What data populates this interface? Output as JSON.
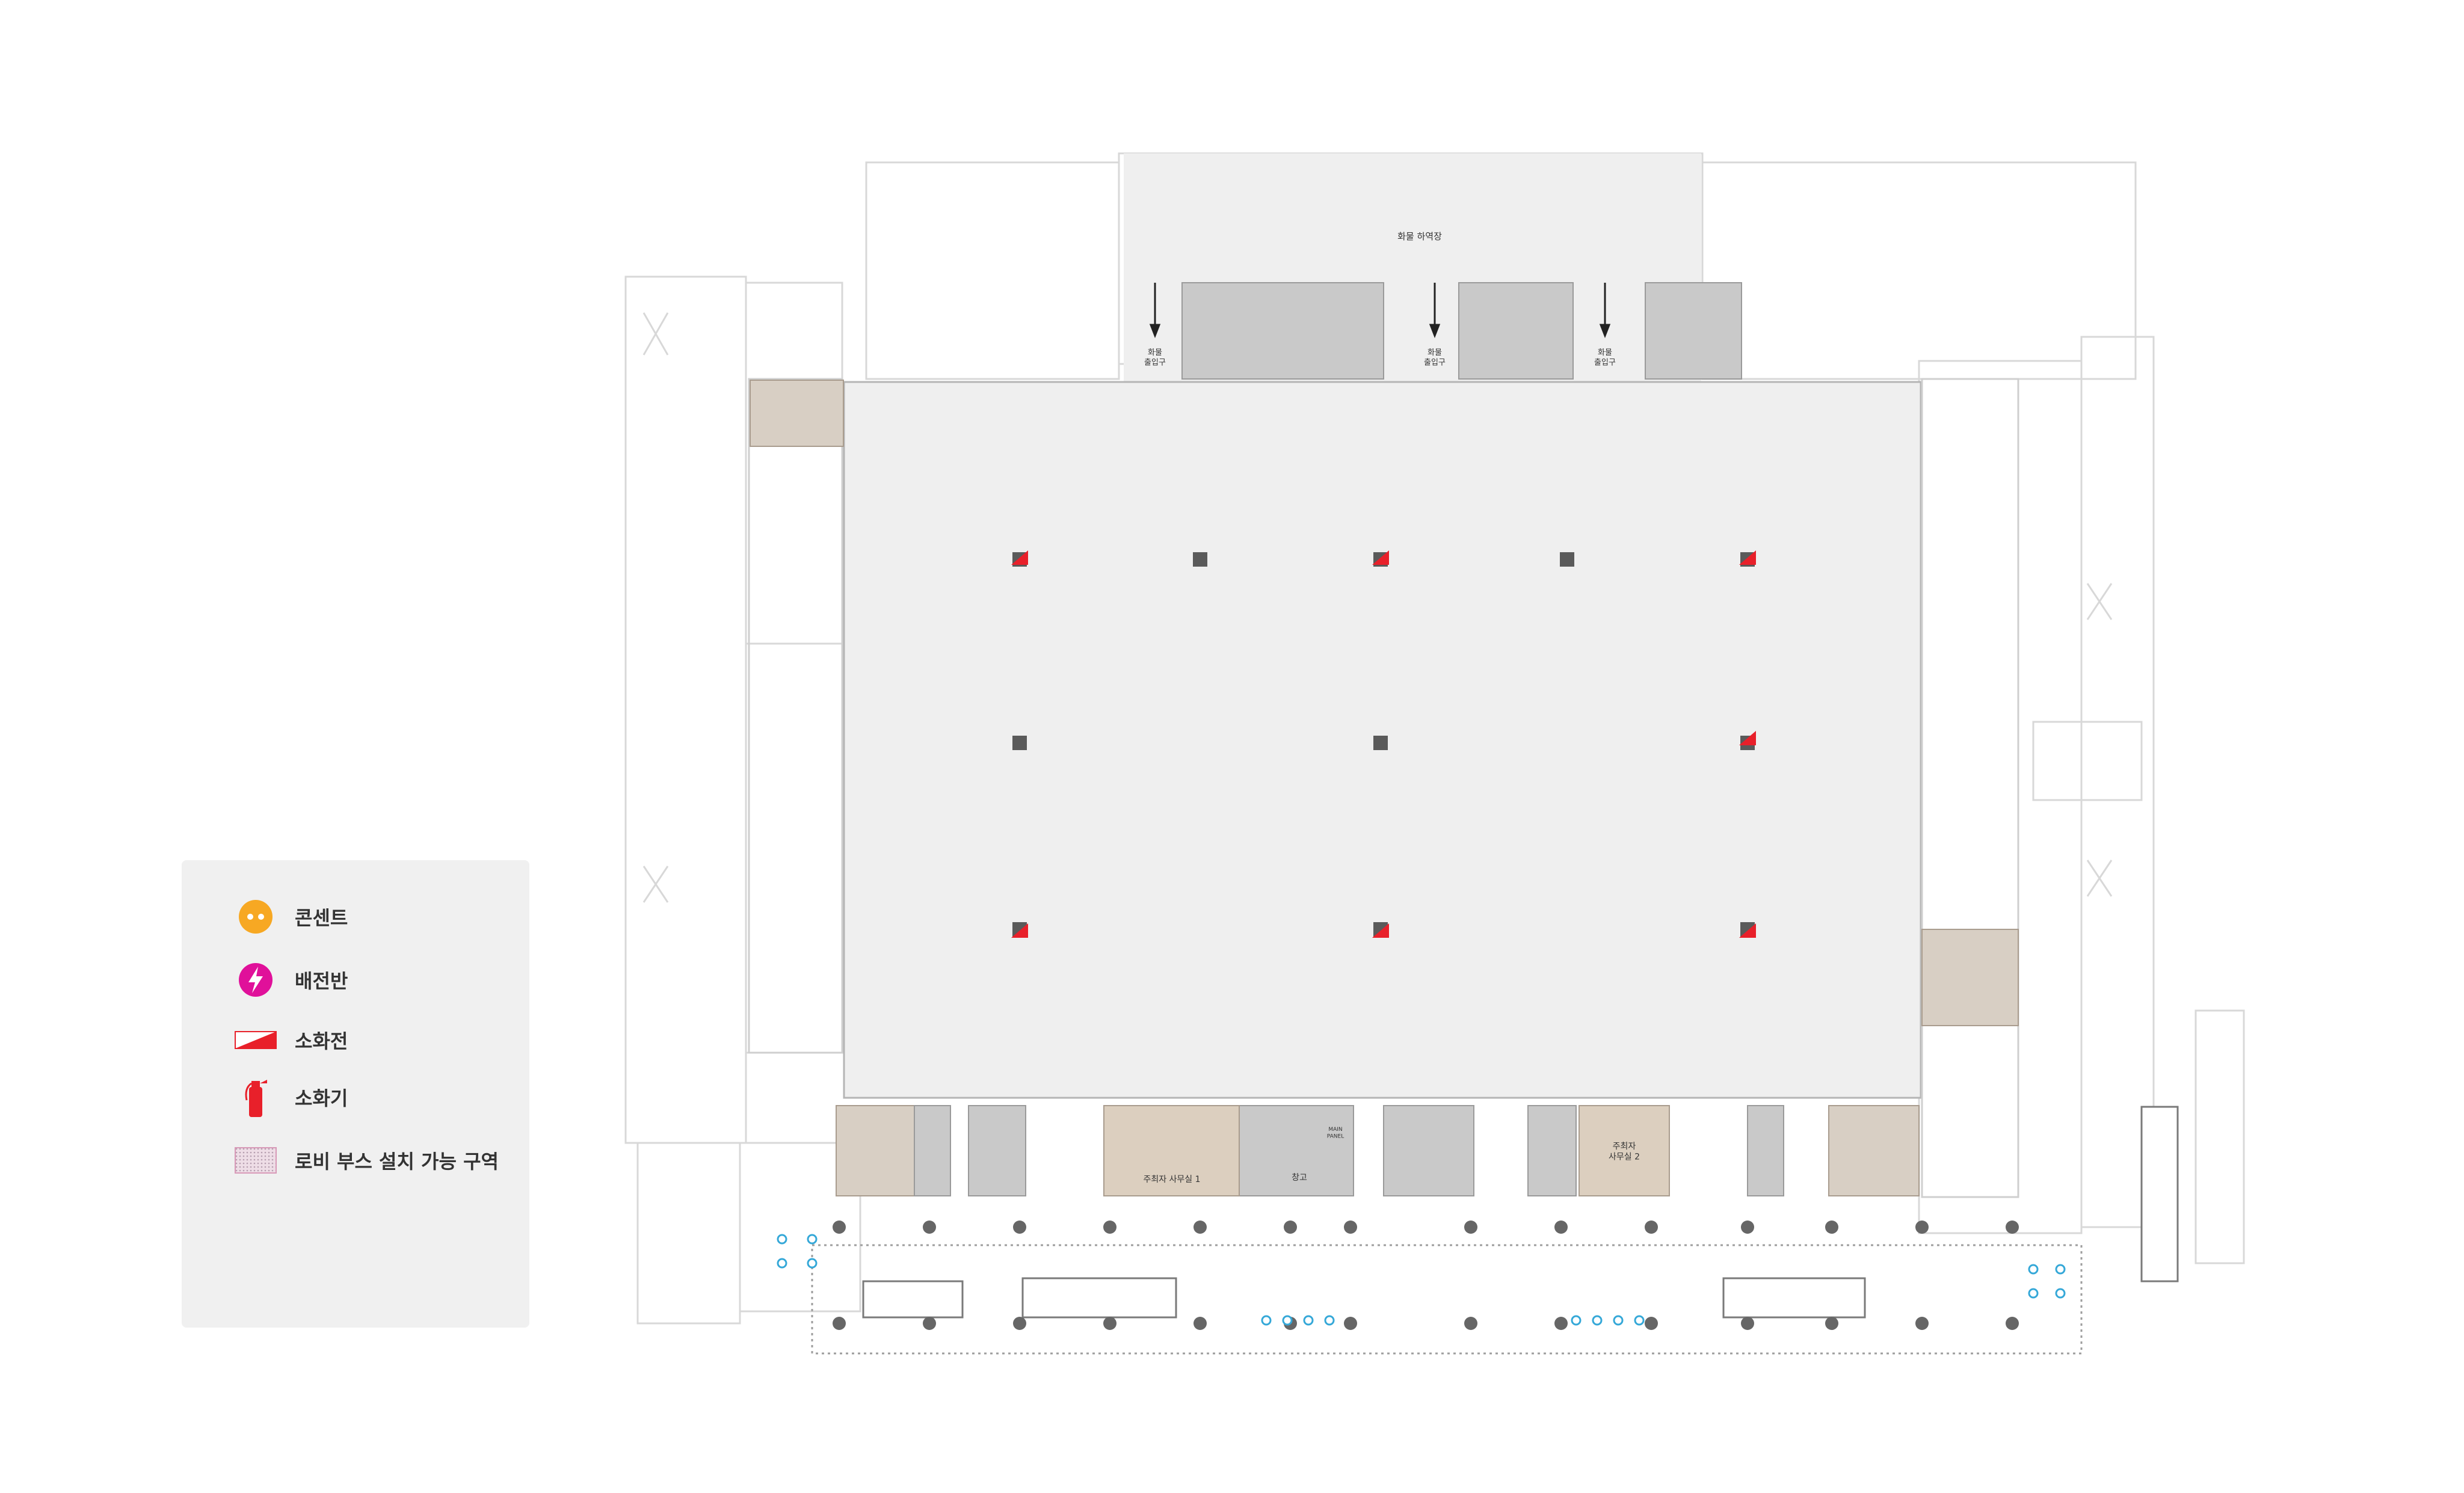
{
  "legend": {
    "items": [
      {
        "label": "콘센트",
        "icon": "outlet-icon",
        "color": "#f7a823"
      },
      {
        "label": "배전반",
        "icon": "distribution-panel-icon",
        "color": "#e0109a"
      },
      {
        "label": "소화전",
        "icon": "fire-hydrant-icon",
        "color": "#e8202a"
      },
      {
        "label": "소화기",
        "icon": "fire-extinguisher-icon",
        "color": "#e8202a"
      },
      {
        "label": "로비 부스 설치 가능 구역",
        "icon": "lobby-booth-area-icon",
        "color": "#e6b8cc"
      }
    ]
  },
  "plan": {
    "loading_dock": "화물 하역장",
    "cargo_entrance": [
      "화물\n출입구",
      "화물\n출입구",
      "화물\n출입구"
    ],
    "organizer_office_1": "주최자 사무실 1",
    "organizer_office_2": "주최자\n사무실 2",
    "storage": "창고",
    "small_room_label": "MAIN\nPANEL"
  },
  "colors": {
    "hall_floor": "#efefef",
    "service_room": "#c9c9c9",
    "toilet": "#d8cfc4",
    "office": "#dccfbf",
    "column": "#555555",
    "wall_line": "#cfcfcf",
    "outlet_blue": "#35a8d8",
    "fire_red": "#e8202a"
  }
}
